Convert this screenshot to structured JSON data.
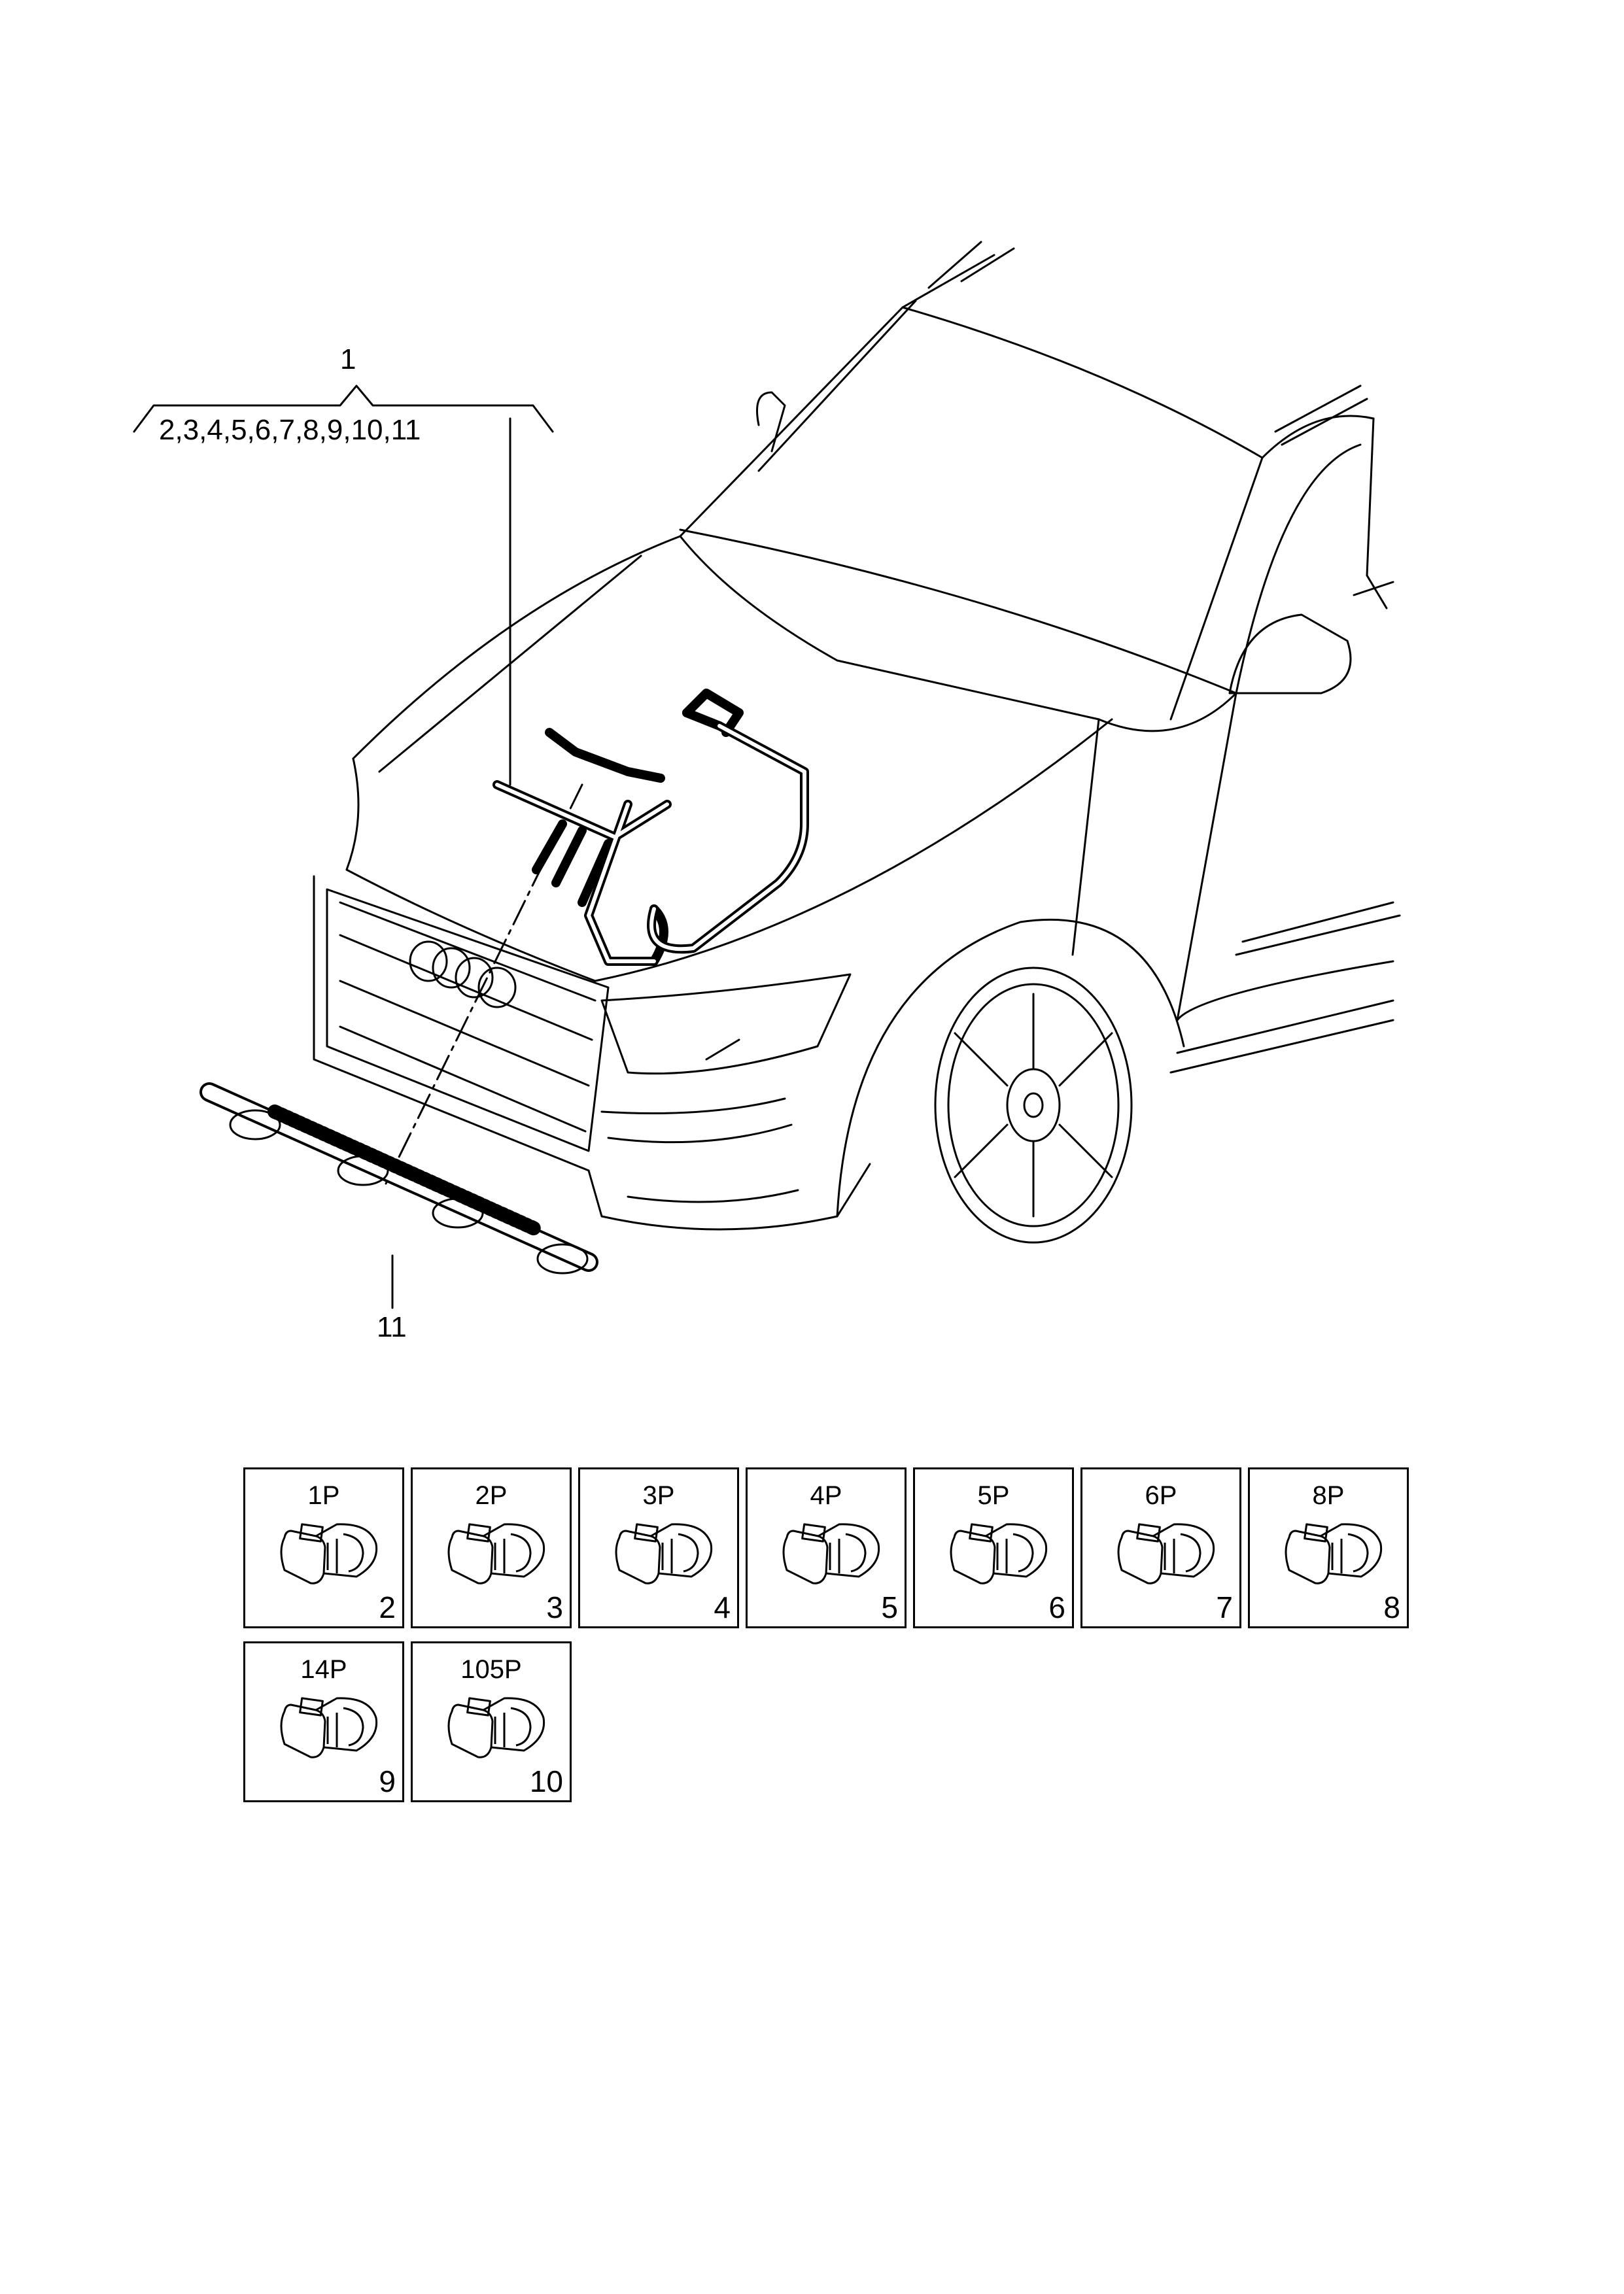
{
  "diagram": {
    "main_callout": "1",
    "sub_callouts": "2,3,4,5,6,7,8,9,10,11",
    "harness_callout": "11"
  },
  "connectors": [
    {
      "pins": "1P",
      "part": "2"
    },
    {
      "pins": "2P",
      "part": "3"
    },
    {
      "pins": "3P",
      "part": "4"
    },
    {
      "pins": "4P",
      "part": "5"
    },
    {
      "pins": "5P",
      "part": "6"
    },
    {
      "pins": "6P",
      "part": "7"
    },
    {
      "pins": "8P",
      "part": "8"
    },
    {
      "pins": "14P",
      "part": "9"
    },
    {
      "pins": "105P",
      "part": "10"
    }
  ]
}
